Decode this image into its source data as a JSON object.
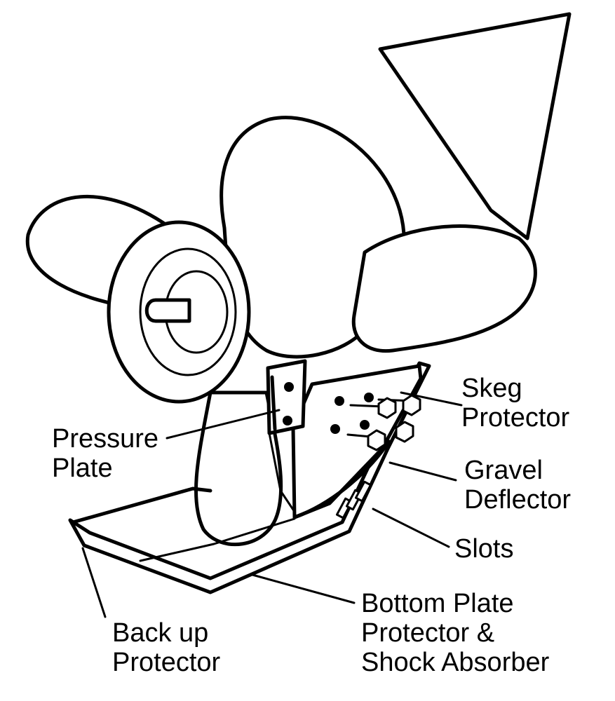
{
  "labels": {
    "skeg_protector": [
      "Skeg",
      "Protector"
    ],
    "pressure_plate": [
      "Pressure",
      "Plate"
    ],
    "gravel_deflector": [
      "Gravel",
      "Deflector"
    ],
    "slots": [
      "Slots"
    ],
    "bottom_plate": [
      "Bottom Plate",
      "Protector &",
      "Shock Absorber"
    ],
    "back_up": [
      "Back up",
      "Protector"
    ]
  },
  "colors": {
    "ink": "#000000",
    "paper": "#ffffff"
  }
}
